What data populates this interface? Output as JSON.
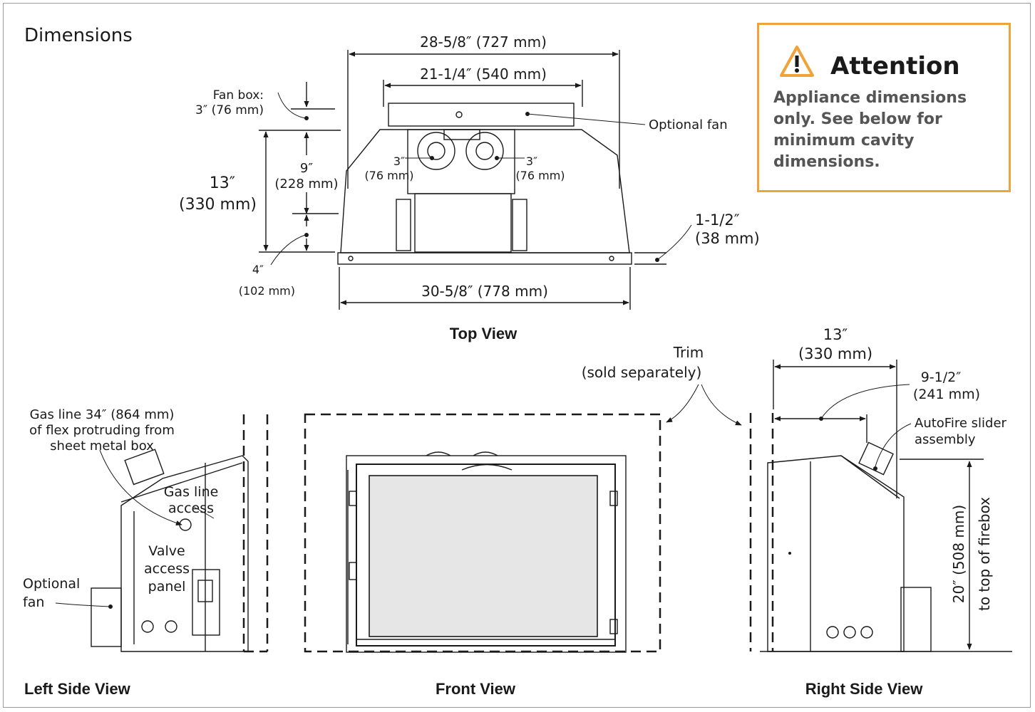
{
  "header": {
    "title": "Dimensions"
  },
  "attention": {
    "title": "Attention",
    "body": "Appliance dimensions only. See below for minimum cavity dimensions.",
    "icon": "warning-triangle-icon",
    "border_color": "#f0a33a"
  },
  "top_view": {
    "caption": "Top View",
    "dim_outer_width": "28-5/8″ (727 mm)",
    "dim_inner_width": "21-1/4″ (540 mm)",
    "fan_box_line1": "Fan box:",
    "fan_box_line2": "3″ (76 mm)",
    "optional_fan": "Optional fan",
    "depth_13_line1": "13″",
    "depth_13_line2": "(330 mm)",
    "depth_9_line1": "9″",
    "depth_9_line2": "(228 mm)",
    "vent_left_line1": "3″",
    "vent_left_line2": "(76 mm)",
    "vent_right_line1": "3″",
    "vent_right_line2": "(76 mm)",
    "flange_line1": "1-1/2″",
    "flange_line2": "(38 mm)",
    "rear_line1": "4″",
    "rear_line2": "(102 mm)",
    "dim_bottom_width": "30-5/8″ (778 mm)"
  },
  "trim": {
    "line1": "Trim",
    "line2": "(sold separately)"
  },
  "left_view": {
    "caption": "Left Side View",
    "gas_line_1": "Gas line 34″ (864 mm)",
    "gas_line_2": "of flex protruding from",
    "gas_line_3": "sheet metal box",
    "gas_access_1": "Gas line",
    "gas_access_2": "access",
    "valve_1": "Valve",
    "valve_2": "access",
    "valve_3": "panel",
    "fan_1": "Optional",
    "fan_2": "fan"
  },
  "front_view": {
    "caption": "Front View"
  },
  "right_view": {
    "caption": "Right Side View",
    "depth_line1": "13″",
    "depth_line2": "(330 mm)",
    "offset_line1": "9-1/2″",
    "offset_line2": "(241 mm)",
    "slider_line1": "AutoFire slider",
    "slider_line2": "assembly",
    "height_line1": "20″ (508 mm)",
    "height_line2": "to top of firebox"
  }
}
